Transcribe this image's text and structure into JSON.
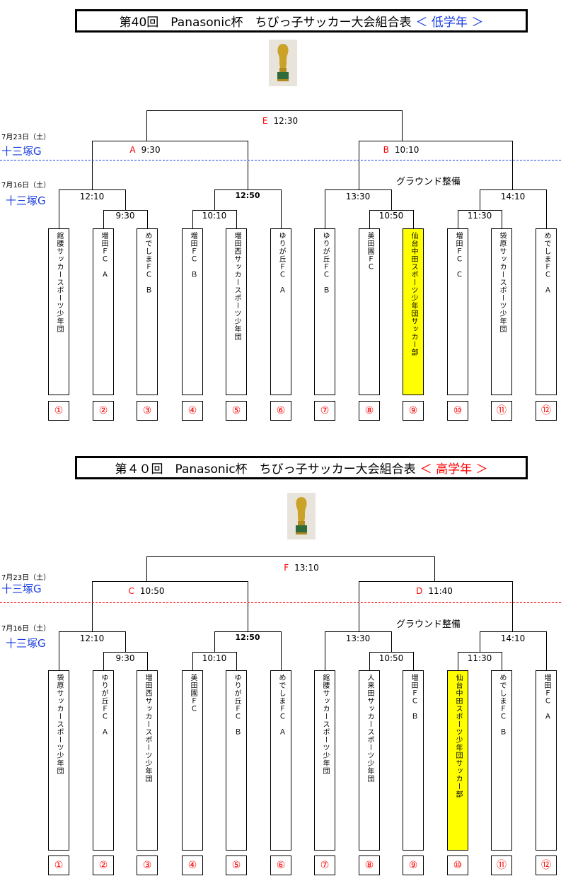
{
  "sections": [
    {
      "id": "low",
      "title": "第40回　Panasonic杯　ちびっ子サッカー大会組合表",
      "grade": "＜ 低学年 ＞",
      "grade_color": "#1a3ee0",
      "final": {
        "code": "E",
        "time": "12:30"
      },
      "semi_left": {
        "code": "A",
        "time": "9:30"
      },
      "semi_right": {
        "code": "B",
        "time": "10:10"
      },
      "date_top": "7月23日（土）",
      "ground_top": "十三塚G",
      "date_bottom": "7月16日（土）",
      "ground_bottom": "十三塚G",
      "maintenance": "グラウンド整備",
      "divider_color": "#1a3ee0",
      "times": {
        "m1": "12:10",
        "m2": "9:30",
        "m3": "10:10",
        "m4": "12:50",
        "m5": "13:30",
        "m6": "10:50",
        "m7": "14:10",
        "m8": "11:30"
      },
      "teams": [
        {
          "name": "館腰サッカースポーツ少年団",
          "number": "①"
        },
        {
          "name": "増田ＦＣ　Ａ",
          "number": "②"
        },
        {
          "name": "めでしまＦＣ　Ｂ",
          "number": "③"
        },
        {
          "name": "増田ＦＣ　Ｂ",
          "number": "④"
        },
        {
          "name": "増田西サッカースポーツ少年団",
          "number": "⑤"
        },
        {
          "name": "ゆりが丘ＦＣ　Ａ",
          "number": "⑥"
        },
        {
          "name": "ゆりが丘ＦＣ　Ｂ",
          "number": "⑦"
        },
        {
          "name": "美田園ＦＣ",
          "number": "⑧"
        },
        {
          "name": "仙台中田スポーツ少年団サッカー部",
          "number": "⑨"
        },
        {
          "name": "増田ＦＣ　Ｃ",
          "number": "⑩"
        },
        {
          "name": "袋原サッカースポーツ少年団",
          "number": "⑪"
        },
        {
          "name": "めでしまＦＣ　Ａ",
          "number": "⑫"
        }
      ],
      "highlight_index": 8,
      "highlight_color": "#ffff00"
    },
    {
      "id": "high",
      "title": "第４０回　Panasonic杯　ちびっ子サッカー大会組合表",
      "grade": "＜ 高学年 ＞",
      "grade_color": "#ff0000",
      "final": {
        "code": "F",
        "time": "13:10"
      },
      "semi_left": {
        "code": "C",
        "time": "10:50"
      },
      "semi_right": {
        "code": "D",
        "time": "11:40"
      },
      "date_top": "7月23日（土）",
      "ground_top": "十三塚G",
      "date_bottom": "7月16日（土）",
      "ground_bottom": "十三塚G",
      "maintenance": "グラウンド整備",
      "divider_color": "#ff0000",
      "times": {
        "m1": "12:10",
        "m2": "9:30",
        "m3": "10:10",
        "m4": "12:50",
        "m5": "13:30",
        "m6": "10:50",
        "m7": "14:10",
        "m8": "11:30"
      },
      "teams": [
        {
          "name": "袋原サッカースポーツ少年団",
          "number": "①"
        },
        {
          "name": "ゆりが丘ＦＣ　Ａ",
          "number": "②"
        },
        {
          "name": "増田西サッカースポーツ少年団",
          "number": "③"
        },
        {
          "name": "美田園ＦＣ",
          "number": "④"
        },
        {
          "name": "ゆりが丘ＦＣ　Ｂ",
          "number": "⑤"
        },
        {
          "name": "めでしまＦＣ　Ａ",
          "number": "⑥"
        },
        {
          "name": "館腰サッカースポーツ少年団",
          "number": "⑦"
        },
        {
          "name": "人来田サッカースポーツ少年団",
          "number": "⑧"
        },
        {
          "name": "増田ＦＣ　Ｂ",
          "number": "⑨"
        },
        {
          "name": "仙台中田スポーツ少年団サッカー部",
          "number": "⑩"
        },
        {
          "name": "めでしまＦＣ　Ｂ",
          "number": "⑪"
        },
        {
          "name": "増田ＦＣ　Ａ",
          "number": "⑫"
        }
      ],
      "highlight_index": 9,
      "highlight_color": "#ffff00"
    }
  ]
}
